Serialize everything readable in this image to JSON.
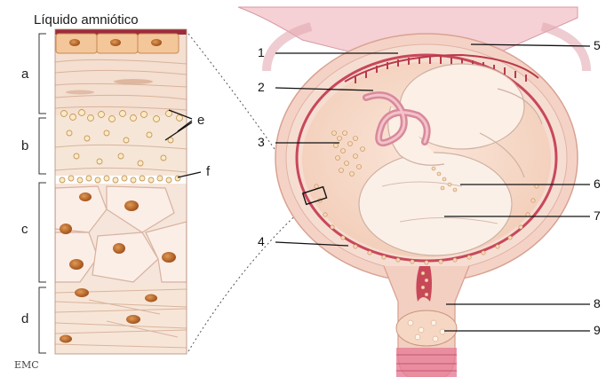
{
  "panel_title": "Líquido amniótico",
  "layer_letters": [
    "a",
    "b",
    "c",
    "d"
  ],
  "side_letters": [
    "e",
    "f"
  ],
  "callouts": [
    "1",
    "2",
    "3",
    "4",
    "5",
    "6",
    "7",
    "8",
    "9"
  ],
  "credit": "EMC",
  "colors": {
    "membrane": "#c8485a",
    "pink": "#f3c9cf",
    "skin": "#f6e4d6",
    "nucleus": "#b96a2f"
  }
}
